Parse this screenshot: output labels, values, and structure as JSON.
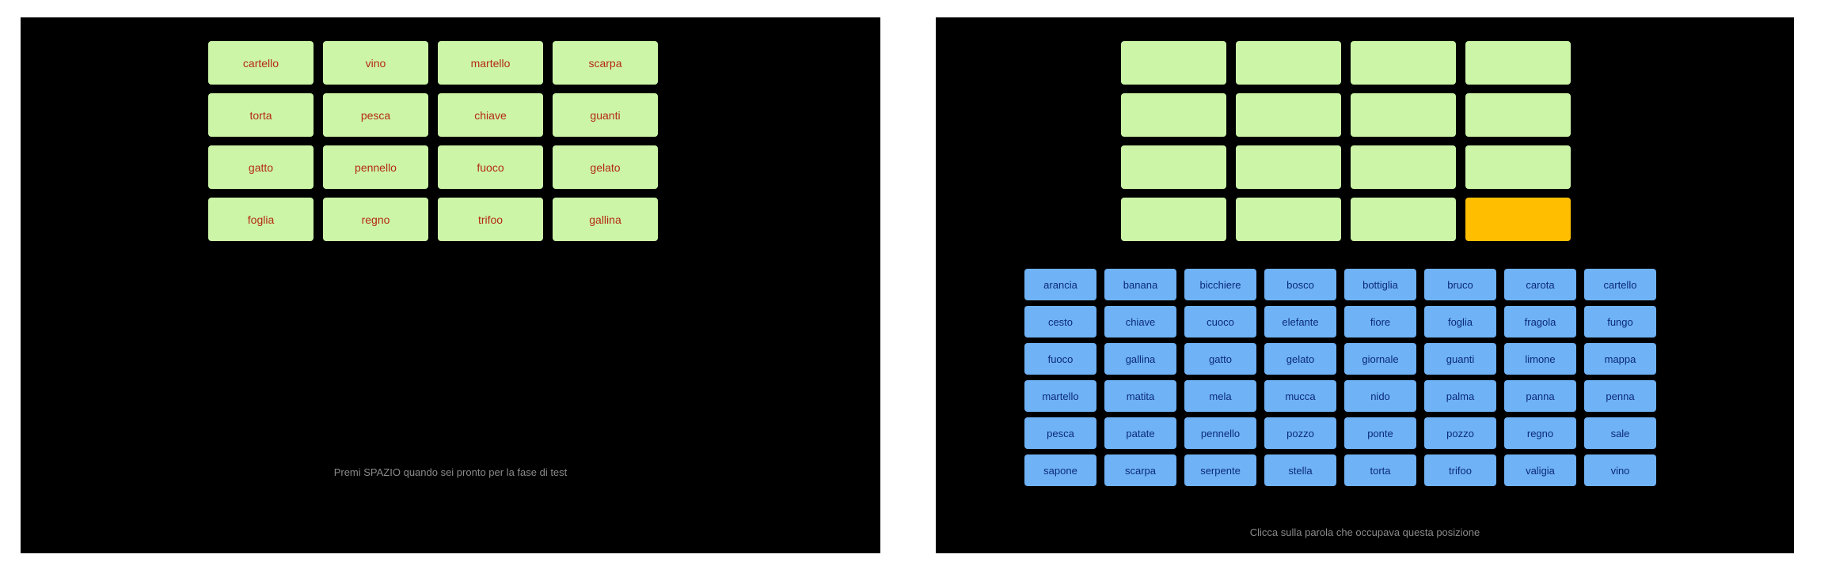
{
  "study_phase": {
    "words": [
      "cartello",
      "vino",
      "martello",
      "scarpa",
      "torta",
      "pesca",
      "chiave",
      "guanti",
      "gatto",
      "pennello",
      "fuoco",
      "gelato",
      "foglia",
      "regno",
      "trifoo",
      "gallina"
    ],
    "instruction": "Premi SPAZIO quando sei pronto per la fase di test"
  },
  "recall_phase": {
    "slot_count": 16,
    "active_slot": 15,
    "options": [
      "arancia",
      "banana",
      "bicchiere",
      "bosco",
      "bottiglia",
      "bruco",
      "carota",
      "cartello",
      "cesto",
      "chiave",
      "cuoco",
      "elefante",
      "fiore",
      "foglia",
      "fragola",
      "fungo",
      "fuoco",
      "gallina",
      "gatto",
      "gelato",
      "giornale",
      "guanti",
      "limone",
      "mappa",
      "martello",
      "matita",
      "mela",
      "mucca",
      "nido",
      "palma",
      "panna",
      "penna",
      "pesca",
      "patate",
      "pennello",
      "pozzo",
      "ponte",
      "pozzo",
      "regno",
      "sale",
      "sapone",
      "scarpa",
      "serpente",
      "stella",
      "torta",
      "trifoo",
      "valigia",
      "vino"
    ],
    "instruction": "Clicca sulla parola che occupava questa posizione"
  }
}
